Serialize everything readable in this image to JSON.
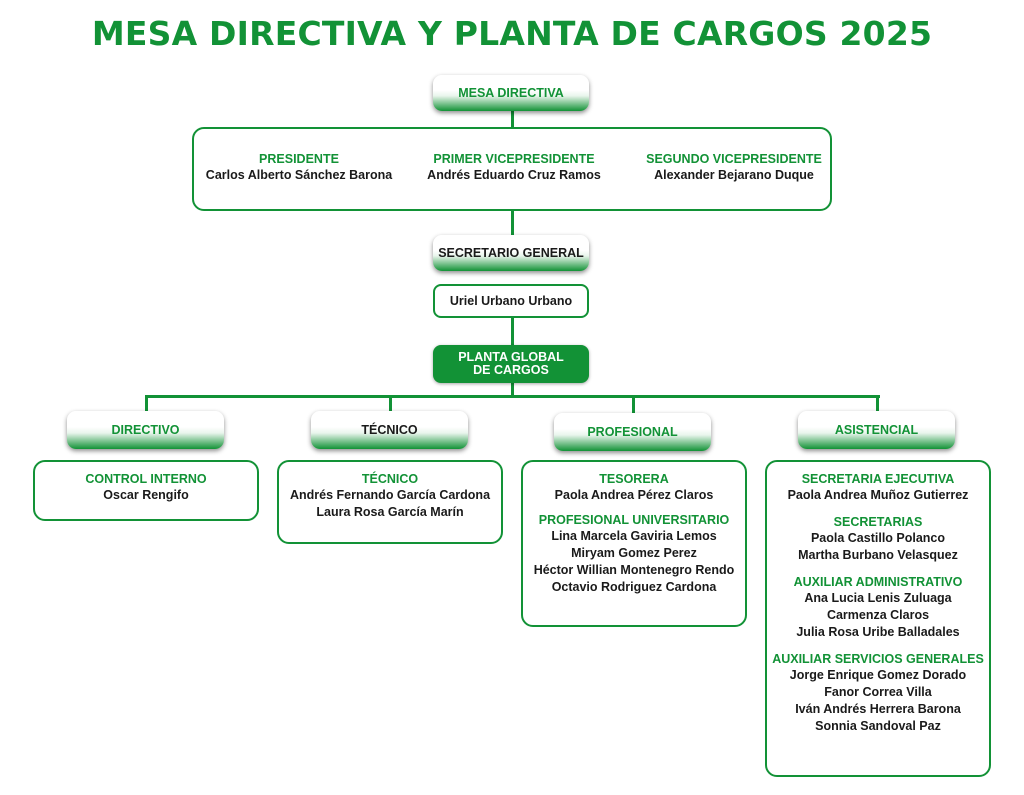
{
  "title": "MESA DIRECTIVA Y PLANTA DE CARGOS 2025",
  "mesa": {
    "label": "MESA DIRECTIVA",
    "members": [
      {
        "role": "PRESIDENTE",
        "name": "Carlos Alberto Sánchez Barona"
      },
      {
        "role": "PRIMER VICEPRESIDENTE",
        "name": "Andrés Eduardo Cruz Ramos"
      },
      {
        "role": "SEGUNDO VICEPRESIDENTE",
        "name": "Alexander Bejarano Duque"
      }
    ]
  },
  "secretario": {
    "label": "SECRETARIO GENERAL",
    "name": "Uriel Urbano Urbano"
  },
  "planta": {
    "line1": "PLANTA GLOBAL",
    "line2": "DE CARGOS"
  },
  "levels": [
    {
      "label": "DIRECTIVO",
      "groups": [
        {
          "role": "CONTROL INTERNO",
          "names": [
            "Oscar Rengifo"
          ]
        }
      ]
    },
    {
      "label": "TÉCNICO",
      "groups": [
        {
          "role": "TÉCNICO",
          "names": [
            "Andrés Fernando García Cardona",
            "Laura Rosa García Marín"
          ]
        }
      ]
    },
    {
      "label": "PROFESIONAL",
      "groups": [
        {
          "role": "TESORERA",
          "names": [
            "Paola Andrea Pérez Claros"
          ]
        },
        {
          "role": "PROFESIONAL UNIVERSITARIO",
          "names": [
            "Lina Marcela Gaviria Lemos",
            "Miryam Gomez Perez",
            "Héctor Willian Montenegro Rendo",
            "Octavio Rodriguez Cardona"
          ]
        }
      ]
    },
    {
      "label": "ASISTENCIAL",
      "groups": [
        {
          "role": "SECRETARIA EJECUTIVA",
          "names": [
            "Paola Andrea Muñoz Gutierrez"
          ]
        },
        {
          "role": "SECRETARIAS",
          "names": [
            "Paola Castillo Polanco",
            "Martha Burbano Velasquez"
          ]
        },
        {
          "role": "AUXILIAR ADMINISTRATIVO",
          "names": [
            "Ana Lucia Lenis Zuluaga",
            "Carmenza Claros",
            "Julia Rosa Uribe Balladales"
          ]
        },
        {
          "role": "AUXILIAR SERVICIOS GENERALES",
          "names": [
            "Jorge Enrique Gomez Dorado",
            "Fanor Correa Villa",
            "Iván Andrés Herrera Barona",
            "Sonnia Sandoval Paz"
          ]
        }
      ]
    }
  ],
  "colors": {
    "accent": "#129236",
    "text": "#1a1a1a"
  }
}
